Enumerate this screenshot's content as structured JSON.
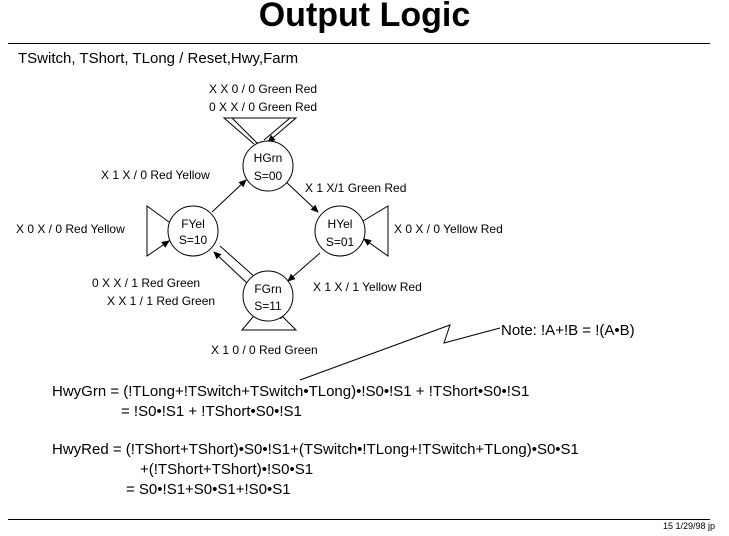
{
  "title": "Output Logic",
  "subtitle": "TSwitch, TShort, TLong / Reset,Hwy,Farm",
  "states": [
    {
      "name": "HGrn",
      "code": "S=00"
    },
    {
      "name": "HYel",
      "code": "S=01"
    },
    {
      "name": "FGrn",
      "code": "S=11"
    },
    {
      "name": "FYel",
      "code": "S=10"
    }
  ],
  "transitions": {
    "hgrn_self_1": "X X 0 / 0 Green Red",
    "hgrn_self_2": "0 X X / 0 Green Red",
    "hgrn_to_hyel": "X 1 X/1 Green Red",
    "hyel_self": "X 0 X / 0 Yellow Red",
    "hyel_to_fgrn": "X 1 X / 1 Yellow Red",
    "fgrn_self": "X 1 0 / 0 Red Green",
    "fgrn_to_fyel_1": "0 X X / 1 Red Green",
    "fgrn_to_fyel_2": "X X 1 / 1 Red Green",
    "fyel_self": "X 0 X / 0 Red Yellow",
    "fyel_to_hgrn": "X 1 X / 0 Red Yellow"
  },
  "note": "Note:  !A+!B = !(A•B)",
  "equations": {
    "hwygrn_1": "HwyGrn = (!TLong+!TSwitch+TSwitch•TLong)•!S0•!S1 + !TShort•S0•!S1",
    "hwygrn_2": "= !S0•!S1 + !TShort•S0•!S1",
    "hwyred_1": "HwyRed = (!TShort+TShort)•S0•!S1+(TSwitch•!TLong+!TSwitch+TLong)•S0•S1",
    "hwyred_2": "+(!TShort+TShort)•!S0•S1",
    "hwyred_3": "= S0•!S1+S0•S1+!S0•S1"
  },
  "footer": "15  1/29/98  jp"
}
